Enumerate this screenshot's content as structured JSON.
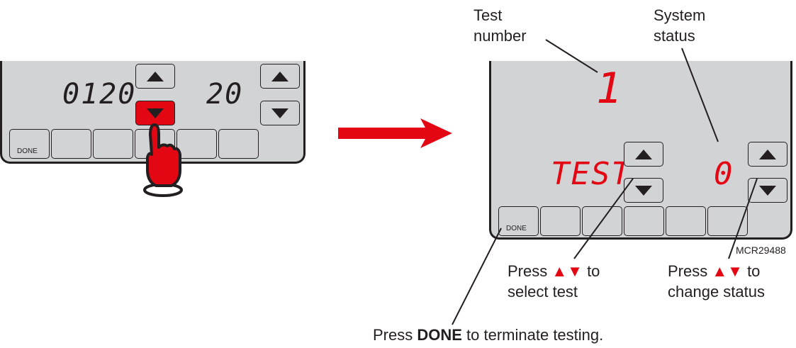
{
  "before_display": {
    "left_value": "0120",
    "right_value": "20",
    "done_label": "DONE",
    "pressed_button": "down-arrow-left"
  },
  "after_display": {
    "test_number": "1",
    "test_label": "TEST",
    "status_value": "0",
    "done_label": "DONE"
  },
  "callouts": {
    "test_number": [
      "Test",
      "number"
    ],
    "system_status": [
      "System",
      "status"
    ],
    "select_test": {
      "line1_pre": "Press",
      "line1_post": "to",
      "line2": "select test"
    },
    "change_status": {
      "line1_pre": "Press",
      "line1_post": "to",
      "line2": "change status"
    },
    "done_note": {
      "pre": "Press ",
      "bold": "DONE",
      "post": " to terminate testing."
    }
  },
  "figure_id": "MCR29488",
  "colors": {
    "accent": "#e30613",
    "panel": "#d2d3d5",
    "ink": "#231f20"
  }
}
